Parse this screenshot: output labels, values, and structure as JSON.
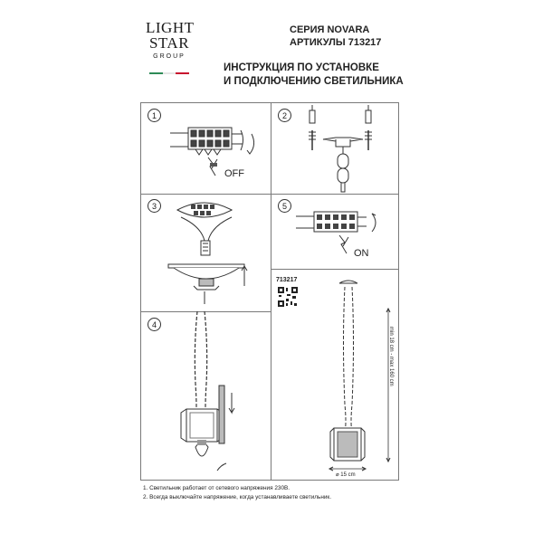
{
  "logo": {
    "line1": "LIGHT",
    "line2": "STAR",
    "line3": "GROUP",
    "flag_colors": [
      "#2e8b57",
      "#ffffff",
      "#c8102e"
    ]
  },
  "header": {
    "series": "СЕРИЯ NOVARA",
    "articles": "АРТИКУЛЫ 713217"
  },
  "title": {
    "line1": "ИНСТРУКЦИЯ ПО УСТАНОВКЕ",
    "line2": "И ПОДКЛЮЧЕНИЮ СВЕТИЛЬНИКА"
  },
  "steps": [
    {
      "number": "1",
      "label": "OFF"
    },
    {
      "number": "2",
      "label": ""
    },
    {
      "number": "3",
      "label": ""
    },
    {
      "number": "4",
      "label": ""
    },
    {
      "number": "5",
      "label": "ON"
    }
  ],
  "spec": {
    "article": "713217",
    "height_range": "min 18 cm - max 160 cm",
    "diameter": "⌀ 15 cm"
  },
  "notes": [
    "1. Светильник работает от сетевого напряжения 230В.",
    "2. Всегда выключайте напряжение, когда устанавливаете светильник."
  ]
}
